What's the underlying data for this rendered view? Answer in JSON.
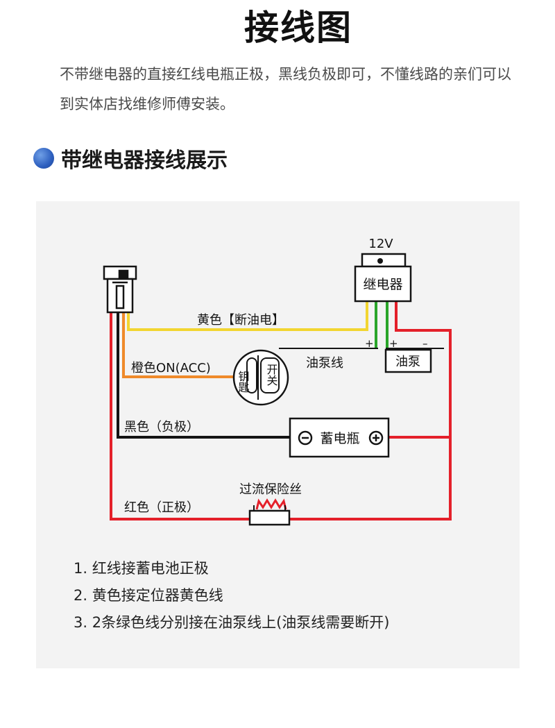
{
  "title": "接线图",
  "intro": "不带继电器的直接红线电瓶正极，黑线负极即可，不懂线路的亲们可以到实体店找维修师傅安装。",
  "section_title": "带继电器接线展示",
  "diagram": {
    "voltage": "12V",
    "relay": "继电器",
    "yellow_wire": "黄色【断油电】",
    "orange_wire": "橙色ON(ACC)",
    "key_left": "钥匙",
    "key_right": "开关",
    "black_wire": "黑色（负极）",
    "red_wire": "红色（正极）",
    "battery": "蓄电瓶",
    "fuse": "过流保险丝",
    "pump_line": "油泵线",
    "pump": "油泵",
    "plus": "+",
    "minus": "–"
  },
  "notes": [
    "1. 红线接蓄电池正极",
    "2. 黄色接定位器黄色线",
    "3. 2条绿色线分别接在油泵线上(油泵线需要断开)"
  ],
  "colors": {
    "yellow": "#f2d531",
    "orange": "#ef8a2a",
    "red": "#e4202a",
    "black": "#141414",
    "green": "#2aa52a",
    "panel": "#f3f3f3",
    "accent": "#2d5fbf"
  }
}
